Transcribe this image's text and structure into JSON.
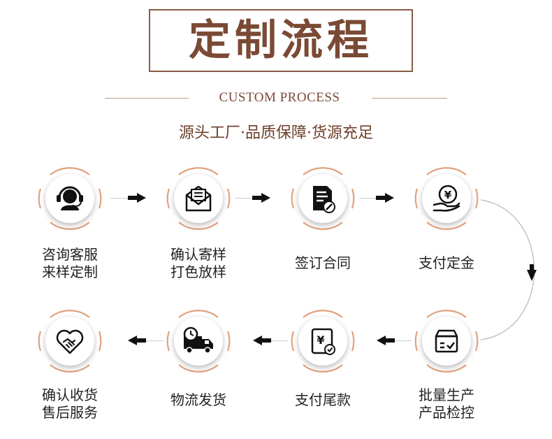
{
  "header": {
    "title": "定制流程",
    "subtitle": "CUSTOM PROCESS",
    "tagline": "源头工厂·品质保障·货源充足"
  },
  "colors": {
    "brand_brown": "#7a4a34",
    "ring_orange": "#e0a27e",
    "ink": "#222222"
  },
  "steps": [
    {
      "line1": "咨询客服",
      "line2": "来样定制",
      "icon": "headset-icon"
    },
    {
      "line1": "确认寄样",
      "line2": "打色放样",
      "icon": "envelope-icon"
    },
    {
      "line1": "签订合同",
      "line2": "",
      "icon": "contract-icon"
    },
    {
      "line1": "支付定金",
      "line2": "",
      "icon": "yen-hand-icon"
    },
    {
      "line1": "批量生产",
      "line2": "产品检控",
      "icon": "box-icon"
    },
    {
      "line1": "支付尾款",
      "line2": "",
      "icon": "yen-document-icon"
    },
    {
      "line1": "物流发货",
      "line2": "",
      "icon": "truck-icon"
    },
    {
      "line1": "确认收货",
      "line2": "售后服务",
      "icon": "heart-handshake-icon"
    }
  ]
}
